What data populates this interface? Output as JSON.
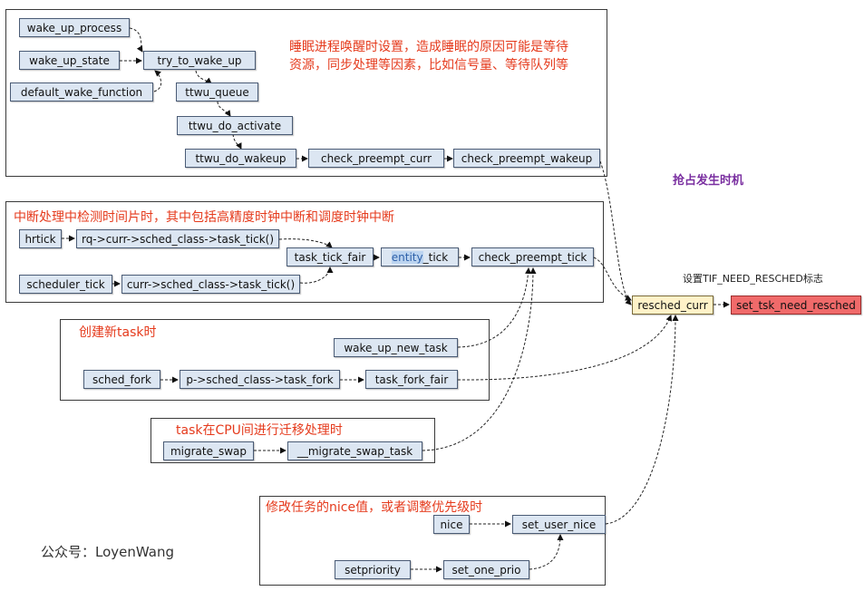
{
  "groups": {
    "wakeup": {
      "note": "睡眠进程唤醒时设置，造成睡眠的原因可能是等待资源，同步处理等因素，比如信号量、等待队列等"
    },
    "tick": {
      "title": "中断处理中检测时间片时，其中包括高精度时钟中断和调度时钟中断"
    },
    "newtask": {
      "title": "创建新task时"
    },
    "migrate": {
      "title": "task在CPU间进行迁移处理时"
    },
    "nice": {
      "title": "修改任务的nice值，或者调整优先级时"
    }
  },
  "nodes": {
    "wake_up_process": "wake_up_process",
    "wake_up_state": "wake_up_state",
    "default_wake_function": "default_wake_function",
    "try_to_wake_up": "try_to_wake_up",
    "ttwu_queue": "ttwu_queue",
    "ttwu_do_activate": "ttwu_do_activate",
    "ttwu_do_wakeup": "ttwu_do_wakeup",
    "check_preempt_curr": "check_preempt_curr",
    "check_preempt_wakeup": "check_preempt_wakeup",
    "hrtick": "hrtick",
    "rq_task_tick": "rq->curr->sched_class->task_tick()",
    "task_tick_fair": "task_tick_fair",
    "entity_tick_a": "entity",
    "entity_tick_b": "_tick",
    "check_preempt_tick": "check_preempt_tick",
    "scheduler_tick": "scheduler_tick",
    "curr_task_tick": "curr->sched_class->task_tick()",
    "wake_up_new_task": "wake_up_new_task",
    "sched_fork": "sched_fork",
    "p_task_fork": "p->sched_class->task_fork",
    "task_fork_fair": "task_fork_fair",
    "migrate_swap": "migrate_swap",
    "migrate_swap_task": "__migrate_swap_task",
    "nice": "nice",
    "set_user_nice": "set_user_nice",
    "setpriority": "setpriority",
    "set_one_prio": "set_one_prio",
    "resched_curr": "resched_curr",
    "set_tsk_need_resched": "set_tsk_need_resched"
  },
  "labels": {
    "preempt_timing": "抢占发生时机",
    "set_flag": "设置TIF_NEED_RESCHED标志",
    "watermark": "公众号：LoyenWang"
  },
  "colors": {
    "node_fill": "#dce6f2",
    "node_border": "#4a5b75",
    "final_node_fill": "#f06a6a",
    "highlight_fill": "#fff2c8",
    "annotation_text": "#e53a1c",
    "heading_text": "#7a2fa0"
  }
}
